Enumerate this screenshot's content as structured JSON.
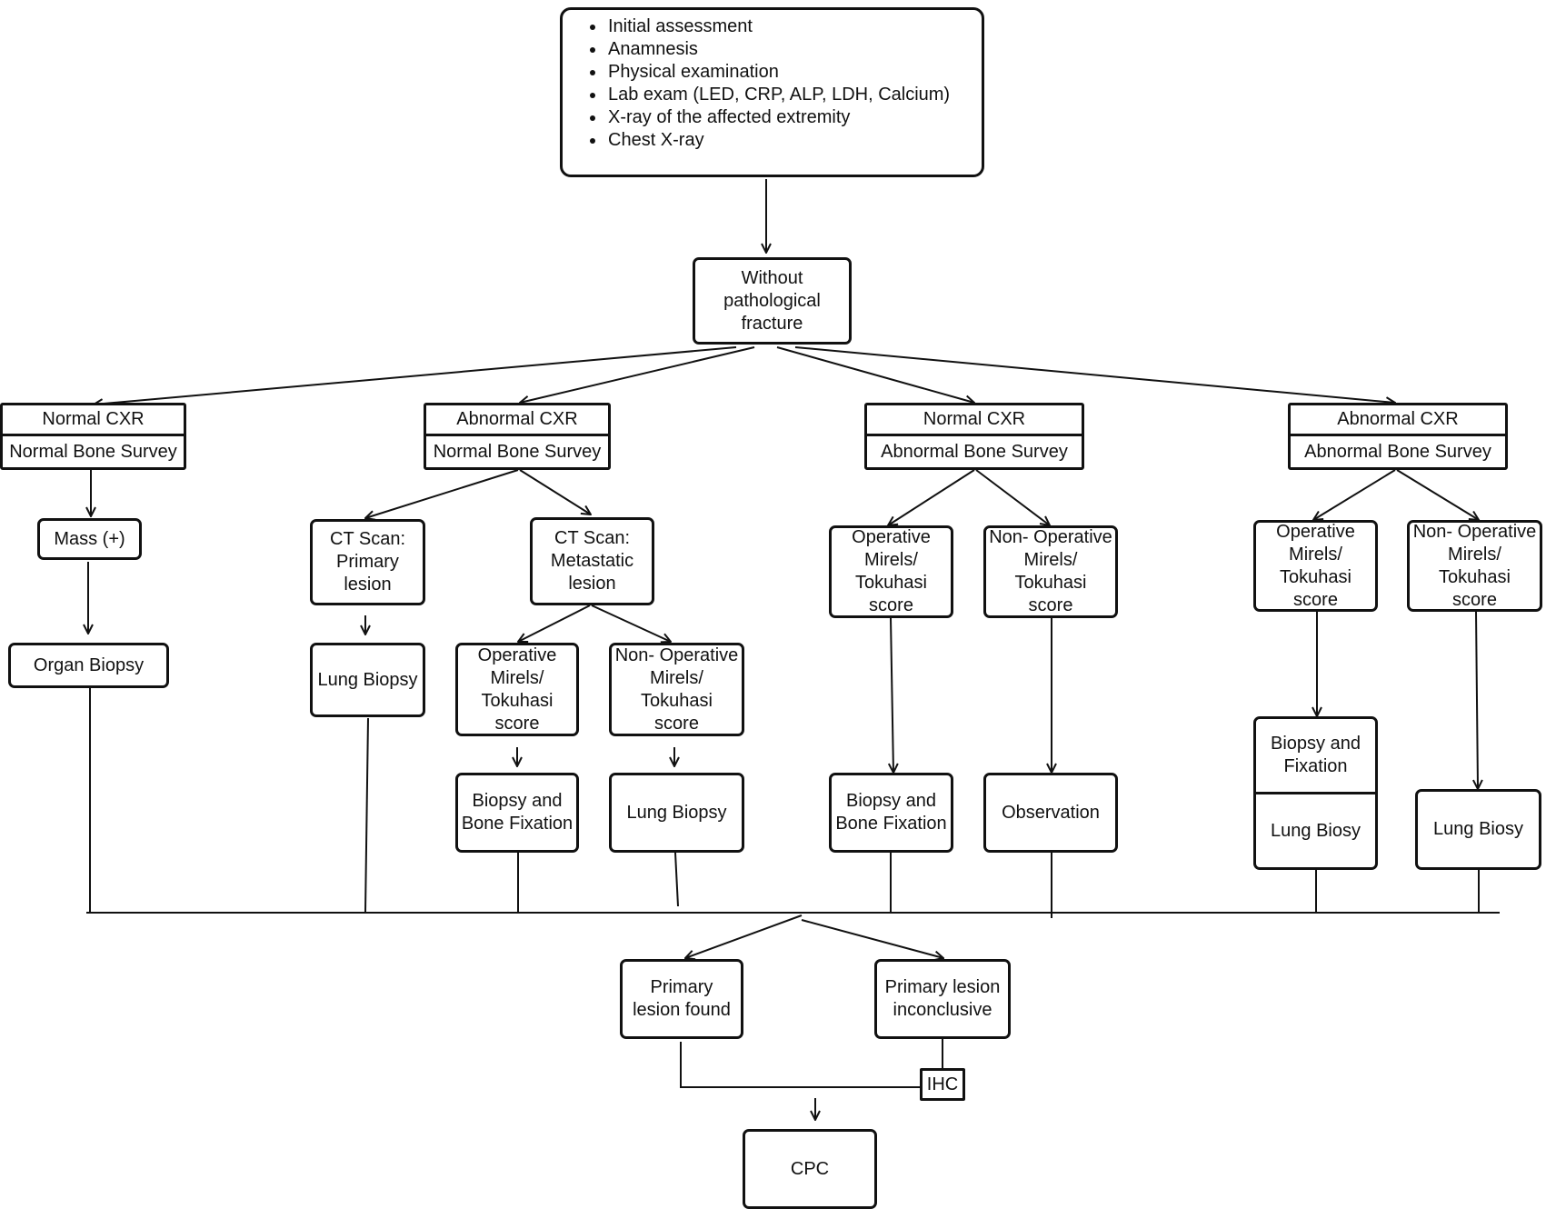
{
  "initial_assessment": {
    "items": [
      "Initial assessment",
      "Anamnesis",
      "Physical examination",
      "Lab exam (LED, CRP, ALP, LDH, Calcium)",
      "X-ray of the affected extremity",
      "Chest X-ray"
    ]
  },
  "without_fracture": "Without\npathological\nfracture",
  "branches": [
    {
      "cxr": "Normal CXR",
      "bone_survey": "Normal Bone Survey",
      "mass": "Mass (+)",
      "biopsy": "Organ Biopsy"
    },
    {
      "cxr": "Abnormal CXR",
      "bone_survey": "Normal Bone Survey",
      "ct_primary": "CT Scan:\nPrimary\nlesion",
      "ct_metastatic": "CT Scan:\nMetastatic\nlesion",
      "lung_biopsy": "Lung Biopsy",
      "operative": "Operative\nMirels/\nTokuhasi\nscore",
      "non_operative": "Non- Operative\nMirels/\nTokuhasi\nscore",
      "biopsy_fixation": "Biopsy and\nBone Fixation",
      "lung_biopsy_2": "Lung Biopsy"
    },
    {
      "cxr": "Normal CXR",
      "bone_survey": "Abnormal Bone Survey",
      "operative": "Operative\nMirels/\nTokuhasi\nscore",
      "non_operative": "Non- Operative\nMirels/\nTokuhasi\nscore",
      "biopsy_fixation": "Biopsy and\nBone Fixation",
      "observation": "Observation"
    },
    {
      "cxr": "Abnormal CXR",
      "bone_survey": "Abnormal Bone Survey",
      "operative": "Operative\nMirels/\nTokuhasi\nscore",
      "non_operative": "Non- Operative\nMirels/\nTokuhasi\nscore",
      "biopsy_fixation": "Biopsy and\nFixation",
      "lung_biosy": "Lung Biosy",
      "lung_biosy_2": "Lung Biosy"
    }
  ],
  "outcomes": {
    "primary_found": "Primary\nlesion found",
    "primary_inconclusive": "Primary lesion\ninconclusive",
    "ihc": "IHC",
    "cpc": "CPC"
  }
}
